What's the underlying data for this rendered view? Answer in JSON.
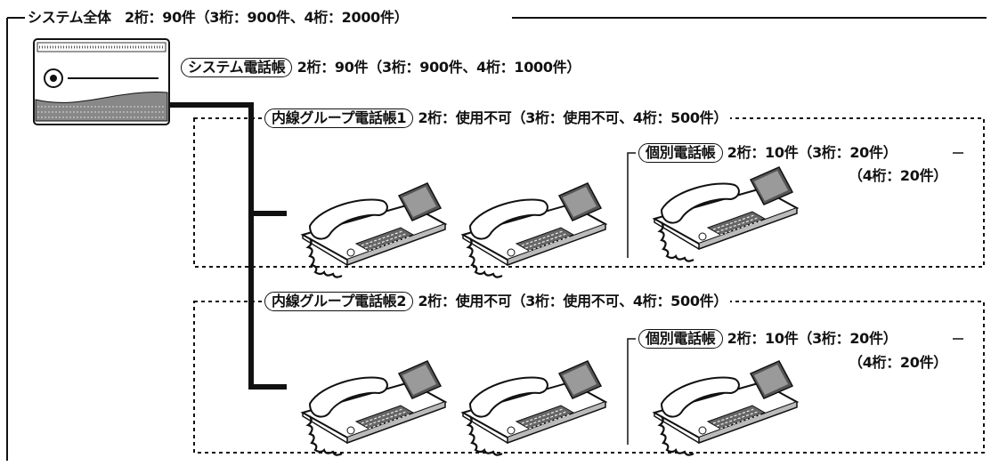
{
  "system_total": {
    "label": "システム全体",
    "capacity": "2桁：90件（3桁：900件、4桁：2000件）"
  },
  "system_phonebook": {
    "label": "システム電話帳",
    "capacity": "2桁：90件（3桁：900件、4桁：1000件）"
  },
  "groups": [
    {
      "label": "内線グループ電話帳1",
      "capacity": "2桁：使用不可（3桁：使用不可、4桁：500件）",
      "personal": {
        "label": "個別電話帳",
        "capacity": "2桁：10件（3桁：20件）",
        "capacity_line2": "（4桁：20件）"
      }
    },
    {
      "label": "内線グループ電話帳2",
      "capacity": "2桁：使用不可（3桁：使用不可、4桁：500件）",
      "personal": {
        "label": "個別電話帳",
        "capacity": "2桁：10件（3桁：20件）",
        "capacity_line2": "（4桁：20件）"
      }
    }
  ]
}
